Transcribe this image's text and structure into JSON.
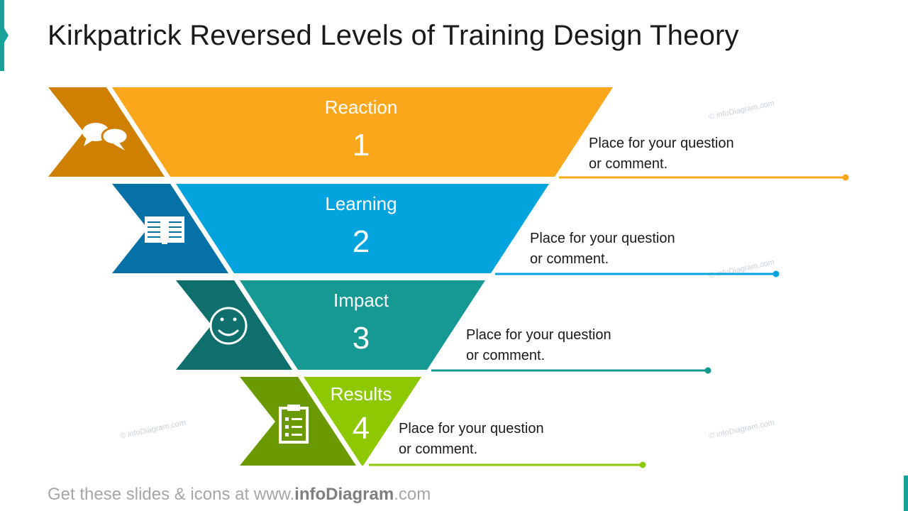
{
  "title": "Kirkpatrick Reversed Levels of Training Design Theory",
  "levels": [
    {
      "label": "Reaction",
      "number": "1",
      "icon": "speech-bubbles-icon",
      "color": "#fba71b",
      "dark": "#d08000",
      "comment_line1": "Place for your question",
      "comment_line2": "or comment."
    },
    {
      "label": "Learning",
      "number": "2",
      "icon": "open-book-icon",
      "color": "#03a3de",
      "dark": "#0571a6",
      "comment_line1": "Place for your question",
      "comment_line2": "or comment."
    },
    {
      "label": "Impact",
      "number": "3",
      "icon": "smiley-face-icon",
      "color": "#169893",
      "dark": "#0e6f6c",
      "comment_line1": "Place for your question",
      "comment_line2": "or comment."
    },
    {
      "label": "Results",
      "number": "4",
      "icon": "clipboard-checklist-icon",
      "color": "#8dc800",
      "dark": "#6a9a00",
      "comment_line1": "Place for your question",
      "comment_line2": "or comment."
    }
  ],
  "watermark": "© infoDiagram.com",
  "footer": {
    "prefix": "Get these slides & icons at www.",
    "brand": "infoDiagram",
    "suffix": ".com"
  }
}
